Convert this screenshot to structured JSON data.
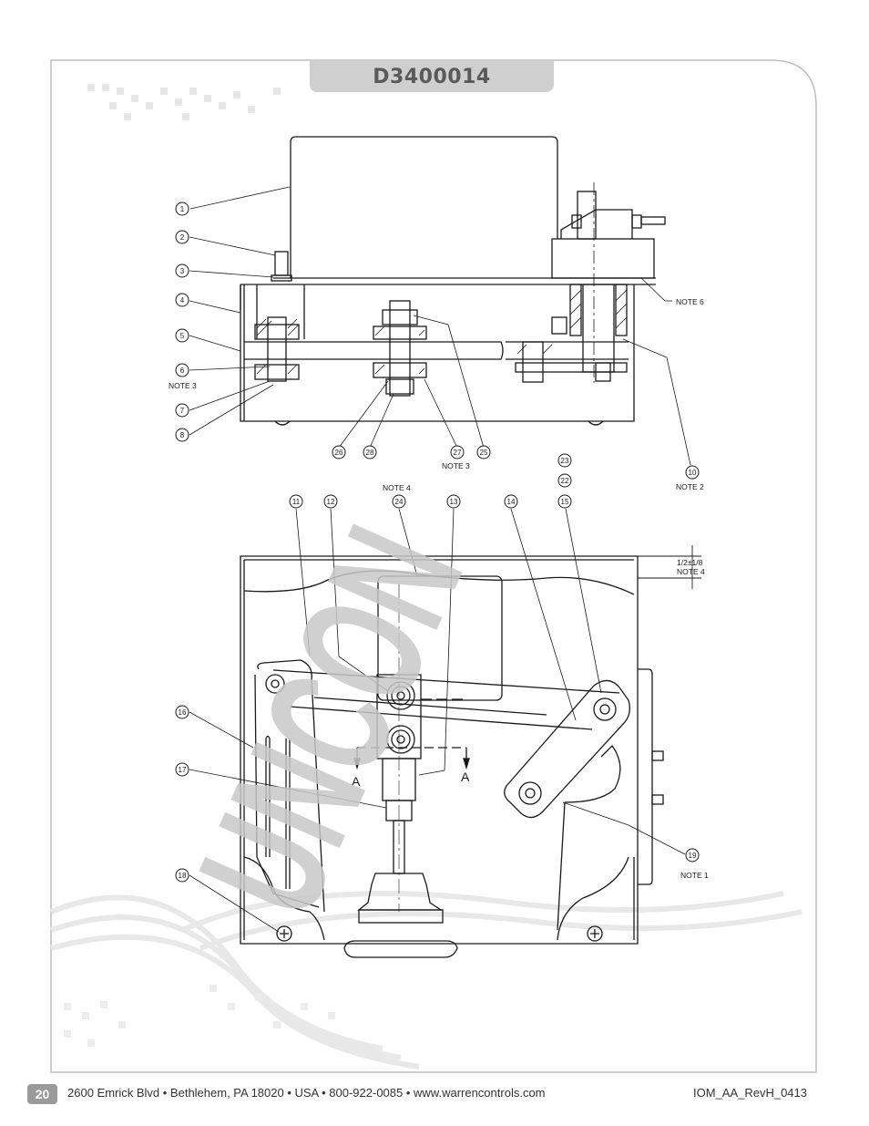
{
  "header": {
    "drawing_number": "D3400014"
  },
  "watermark": {
    "text": "UNCON",
    "color": "#c8c8c8"
  },
  "callouts": {
    "c1": "1",
    "c2": "2",
    "c3": "3",
    "c4": "4",
    "c5": "5",
    "c6": "6",
    "c7": "7",
    "c8": "8",
    "c10": "10",
    "c11": "11",
    "c12": "12",
    "c13": "13",
    "c14": "14",
    "c15": "15",
    "c16": "16",
    "c17": "17",
    "c18": "18",
    "c19": "19",
    "c22": "22",
    "c23": "23",
    "c24": "24",
    "c25": "25",
    "c26": "26",
    "c27": "27",
    "c28": "28"
  },
  "notes": {
    "note3_left": "NOTE 3",
    "note3_center": "NOTE 3",
    "note6": "NOTE 6",
    "note2": "NOTE 2",
    "note4_top": "NOTE 4",
    "dimension": "1/2±1/8",
    "note4_dim": "NOTE 4",
    "note1": "NOTE 1"
  },
  "section_labels": {
    "left": "A",
    "right": "A"
  },
  "footer": {
    "page_number": "20",
    "address": "2600 Emrick Blvd • Bethlehem, PA 18020 • USA • 800-922-0085 • www.warrencontrols.com",
    "doc_id": "IOM_AA_RevH_0413"
  },
  "colors": {
    "line": "#1a1a1a",
    "frame": "#bdbdbd",
    "tab": "#cfcfcf",
    "badge": "#9a9a9a"
  }
}
